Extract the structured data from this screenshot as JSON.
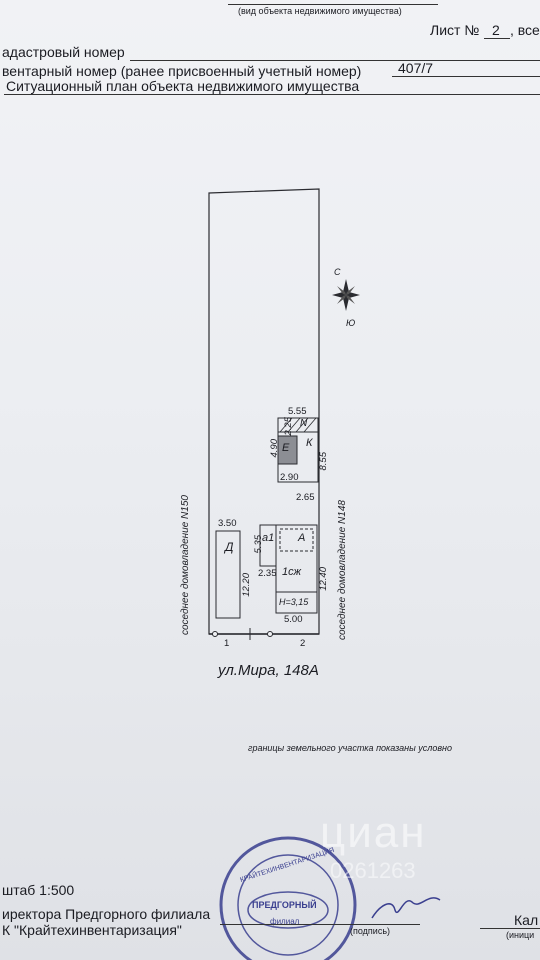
{
  "header": {
    "object_type_caption": "(вид объекта недвижимого имущества)",
    "sheet_label": "Лист №",
    "sheet_number": "2",
    "sheet_total_label": ", все",
    "cadastral_label": "адастровый номер",
    "inventory_label": "вентарный номер (ранее присвоенный учетный номер)",
    "inventory_value": "407/7",
    "plan_title": "Ситуационный план объекта недвижимого имущества"
  },
  "plan": {
    "north_label": "С",
    "south_label": "Ю",
    "left_neighbor": "соседнее домовладение N150",
    "right_neighbor": "соседнее домовладение N148",
    "street_label": "ул.Мира, 148А",
    "boundary_note": "границы земельного участка показаны условно",
    "buildings": {
      "D": "Д",
      "A": "А",
      "a1": "а1",
      "E": "Е",
      "K": "К",
      "N": "N"
    },
    "floor_label": "1сж",
    "height_label": "Н=3,15",
    "dims": {
      "d_width": "3.50",
      "d_length": "12.20",
      "a1_width": "5.35",
      "a1_depth": "2.35",
      "a_length": "12.40",
      "a_width": "5.00",
      "k_top": "5.55",
      "k_side_small": "2.25",
      "e_height": "4.90",
      "e_width": "2.90",
      "k_height": "8.55",
      "k_bottom": "2.65"
    },
    "fence_points": [
      "1",
      "2"
    ]
  },
  "footer": {
    "scale": "штаб 1:500",
    "director_line": "иректора Предгорного филиала",
    "org_line": "К \"Крайтехинвентаризация\"",
    "signature_caption": "(подпись)",
    "right_top": "Кал",
    "right_caption": "(иници"
  },
  "stamp": {
    "text_ring": "КРАЙТЕХИНВЕНТАРИЗАЦИЯ",
    "center_top": "ПРЕДГОРНЫЙ",
    "center_bottom": "филиал"
  },
  "watermark": {
    "brand": "циан",
    "phone_fragment": "0261263"
  }
}
